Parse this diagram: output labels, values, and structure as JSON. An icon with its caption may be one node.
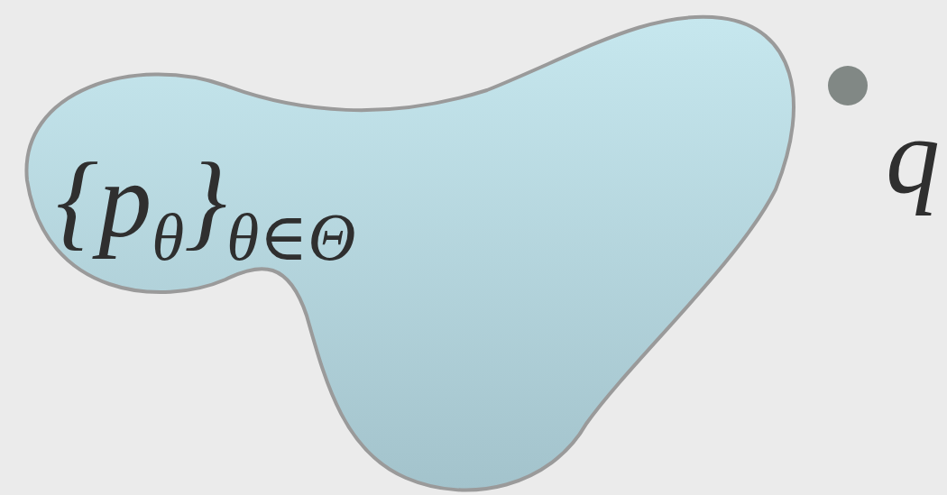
{
  "diagram": {
    "nodes": [
      {
        "text": [
          "{p$_{θ}$}$_{θ∈Θ}$"
        ]
      },
      {
        "text": [],
        "shape": "circle",
        "beside": [
          "q"
        ]
      }
    ]
  }
}
